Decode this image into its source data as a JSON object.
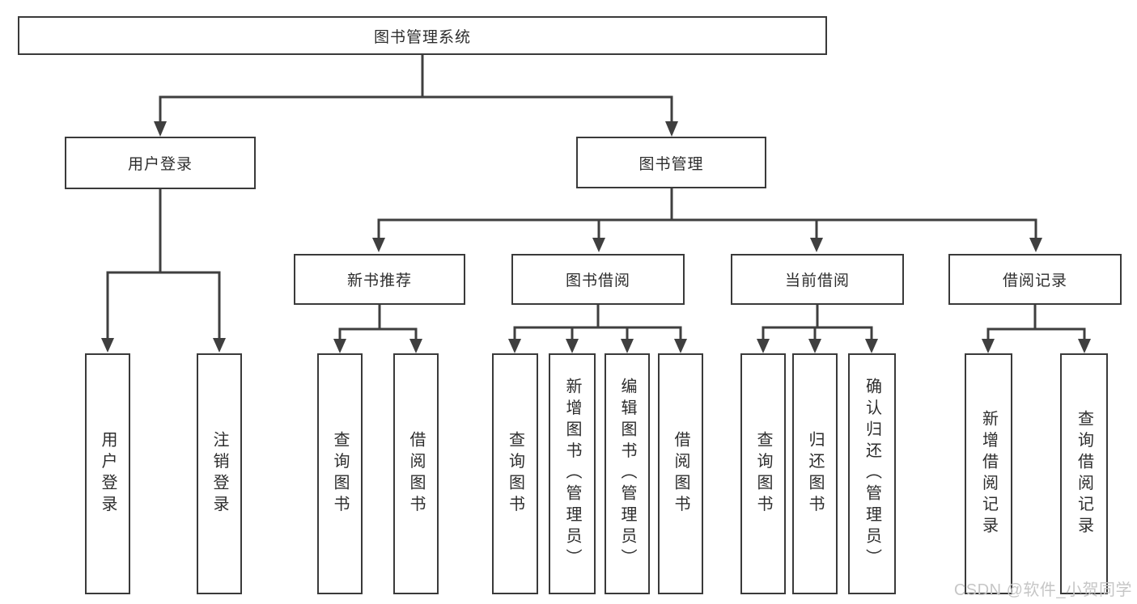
{
  "diagram": {
    "type": "hierarchy-tree",
    "root": {
      "label": "图书管理系统"
    },
    "level2": [
      {
        "id": "user_login",
        "label": "用户登录",
        "children": [
          "用户登录",
          "注销登录"
        ]
      },
      {
        "id": "book_mgmt",
        "label": "图书管理",
        "children": [
          "新书推荐",
          "图书借阅",
          "当前借阅",
          "借阅记录"
        ]
      }
    ],
    "level3": [
      {
        "id": "new_book_rec",
        "label": "新书推荐",
        "children": [
          "查询图书",
          "借阅图书"
        ]
      },
      {
        "id": "book_borrow",
        "label": "图书借阅",
        "children": [
          "查询图书",
          "新增图书（管理员）",
          "编辑图书（管理员）",
          "借阅图书"
        ]
      },
      {
        "id": "current_borrow",
        "label": "当前借阅",
        "children": [
          "查询图书",
          "归还图书",
          "确认归还（管理员）"
        ]
      },
      {
        "id": "borrow_records",
        "label": "借阅记录",
        "children": [
          "新增借阅记录",
          "查询借阅记录"
        ]
      }
    ]
  },
  "nodes": {
    "root": "图书管理系统",
    "user_login": "用户登录",
    "book_mgmt": "图书管理",
    "new_book_rec": "新书推荐",
    "book_borrow": "图书借阅",
    "current_borrow": "当前借阅",
    "borrow_records": "借阅记录",
    "leaf_user_login": "用户登录",
    "leaf_logout": "注销登录",
    "nbr_query": "查询图书",
    "nbr_borrow": "借阅图书",
    "bb_query": "查询图书",
    "bb_add": "新增图书（管理员）",
    "bb_edit": "编辑图书（管理员）",
    "bb_borrow": "借阅图书",
    "cb_query": "查询图书",
    "cb_return": "归还图书",
    "cb_confirm": "确认归还（管理员）",
    "br_add": "新增借阅记录",
    "br_query": "查询借阅记录"
  },
  "watermark": "CSDN @软件_小贺同学",
  "colors": {
    "line": "#3f3f3f",
    "box_border": "#3a3a3a",
    "box_fill": "#ffffff",
    "text": "#2d2d2d",
    "watermark": "#c6c6c6",
    "background": "#ffffff"
  }
}
